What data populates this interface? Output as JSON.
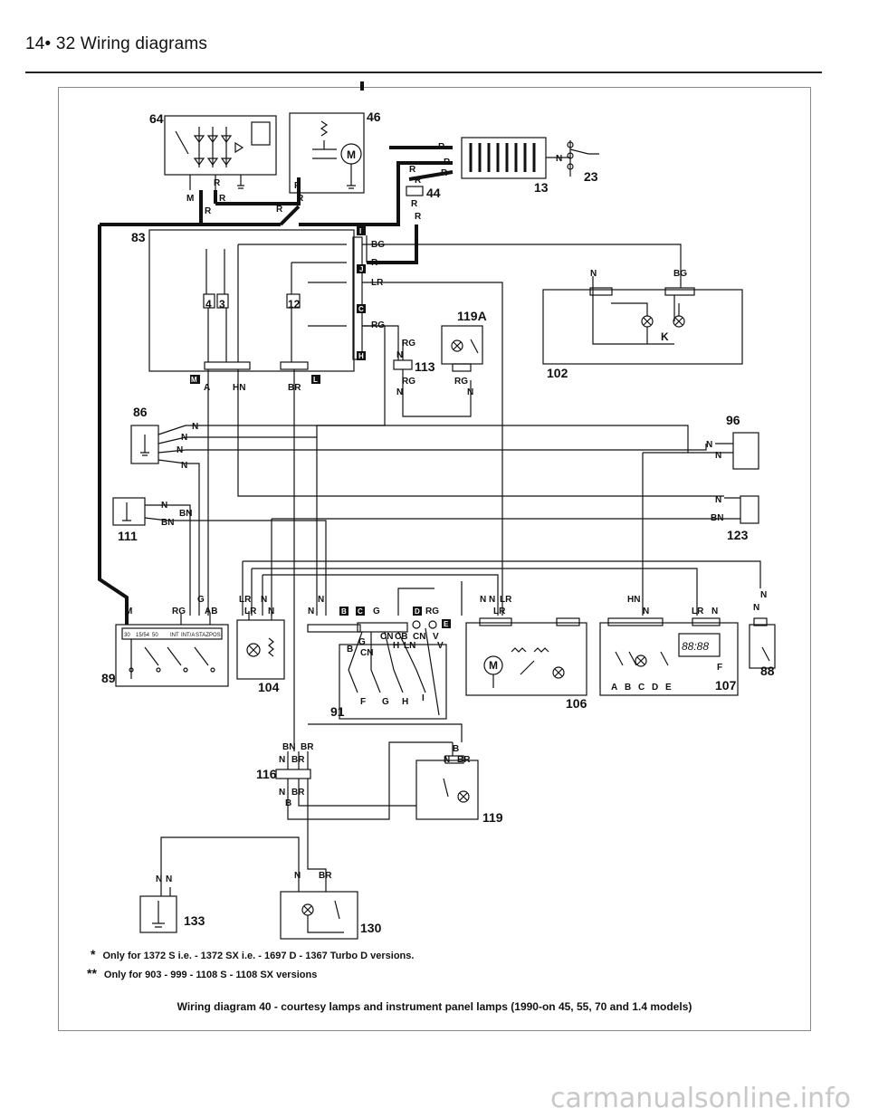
{
  "header": {
    "title": "14• 32  Wiring diagrams"
  },
  "components": {
    "c64": "64",
    "c46": "46",
    "c13": "13",
    "c23": "23",
    "c44": "44",
    "c83": "83",
    "c119A": "119A",
    "c113": "113",
    "c102": "102",
    "c86": "86",
    "c96": "96",
    "c111": "111",
    "c123": "123",
    "c89": "89",
    "c104": "104",
    "c91": "91",
    "c106": "106",
    "c107": "107",
    "c88": "88",
    "c116": "116",
    "c119": "119",
    "c133": "133",
    "c130": "130"
  },
  "wire_colors": {
    "R": "R",
    "BG": "BG",
    "LR": "LR",
    "RG": "RG",
    "N": "N",
    "A": "A",
    "HN": "HN",
    "BR": "BR",
    "BN": "BN",
    "M": "M",
    "G": "G",
    "AB": "AB",
    "B": "B",
    "CN": "CN",
    "CB": "CB",
    "H": "H",
    "LN": "LN",
    "V": "V"
  },
  "connectors": [
    "I",
    "J",
    "C",
    "H",
    "M",
    "L",
    "A",
    "B",
    "C",
    "D",
    "E"
  ],
  "relay_labels": {
    "k4": "4",
    "k3": "3",
    "k12": "12"
  },
  "ign_switch_positions": [
    "30",
    "15/54",
    "50",
    "INT",
    "INT/A",
    "STAZ",
    "POS"
  ],
  "clock_display": "88:88",
  "lamp_letter_k": "K",
  "switch_letters": [
    "A",
    "B",
    "C",
    "D",
    "E",
    "F"
  ],
  "sw91_letters": [
    "F",
    "G",
    "H",
    "I"
  ],
  "notes": [
    {
      "mark": "*",
      "text": "Only for 1372 S i.e. - 1372 SX i.e. - 1697 D - 1367 Turbo D versions."
    },
    {
      "mark": "**",
      "text": "Only for 903 - 999 - 1108 S - 1108 SX versions"
    }
  ],
  "caption": "Wiring diagram 40 - courtesy lamps and instrument panel lamps (1990-on 45, 55, 70 and 1.4 models)",
  "watermark": "carmanualsonline.info"
}
